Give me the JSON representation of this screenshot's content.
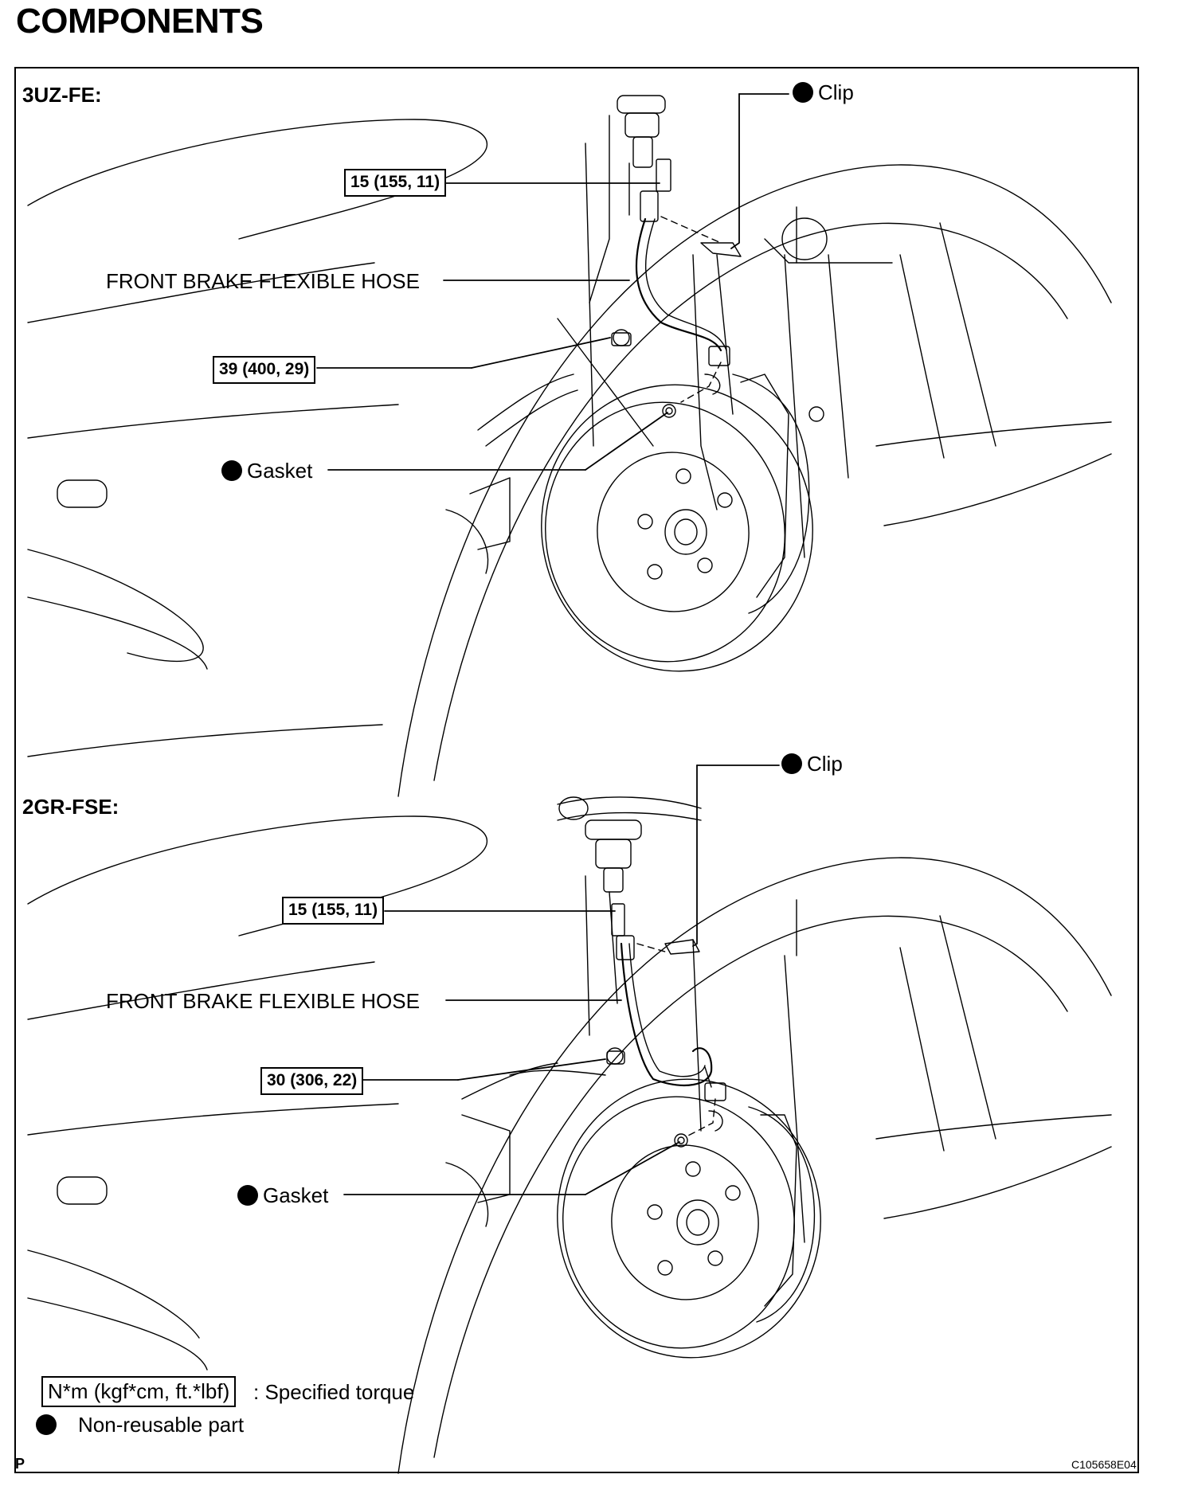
{
  "title": "COMPONENTS",
  "sections": [
    {
      "engine": "3UZ-FE:",
      "torque_top": "15 (155, 11)",
      "torque_mid": "39 (400, 29)",
      "hose_label": "FRONT BRAKE FLEXIBLE HOSE",
      "clip_label": "Clip",
      "gasket_label": "Gasket"
    },
    {
      "engine": "2GR-FSE:",
      "torque_top": "15 (155, 11)",
      "torque_mid": "30 (306, 22)",
      "hose_label": "FRONT BRAKE FLEXIBLE HOSE",
      "clip_label": "Clip",
      "gasket_label": "Gasket"
    }
  ],
  "legend": {
    "torque_unit": "N*m (kgf*cm, ft.*lbf)",
    "torque_desc": ": Specified torque",
    "nonreusable": "Non-reusable part"
  },
  "corner_letter": "P",
  "figure_code": "C105658E04"
}
